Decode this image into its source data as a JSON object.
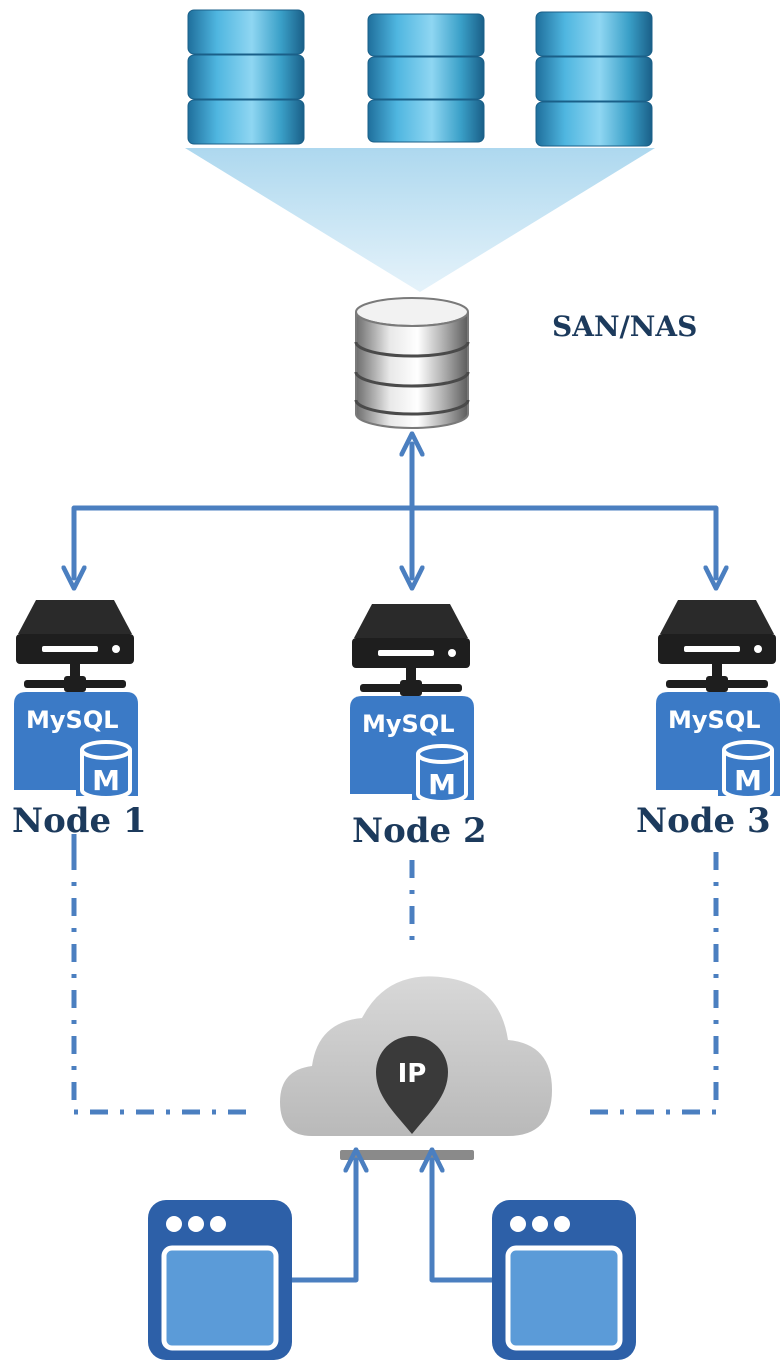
{
  "storage_label": "SAN/NAS",
  "nodes": [
    {
      "label": "Node 1",
      "db_label": "MySQL",
      "badge": "M"
    },
    {
      "label": "Node 2",
      "db_label": "MySQL",
      "badge": "M"
    },
    {
      "label": "Node 3",
      "db_label": "MySQL",
      "badge": "M"
    }
  ],
  "cloud_label": "IP",
  "colors": {
    "storage_blue": "#3aa0c8",
    "line_blue": "#4b7fc0",
    "label_navy": "#1c3a5c",
    "node_blue": "#3b7ac6",
    "cloud_gray": "#c8c8c8",
    "pin_dark": "#3a3a3a"
  }
}
